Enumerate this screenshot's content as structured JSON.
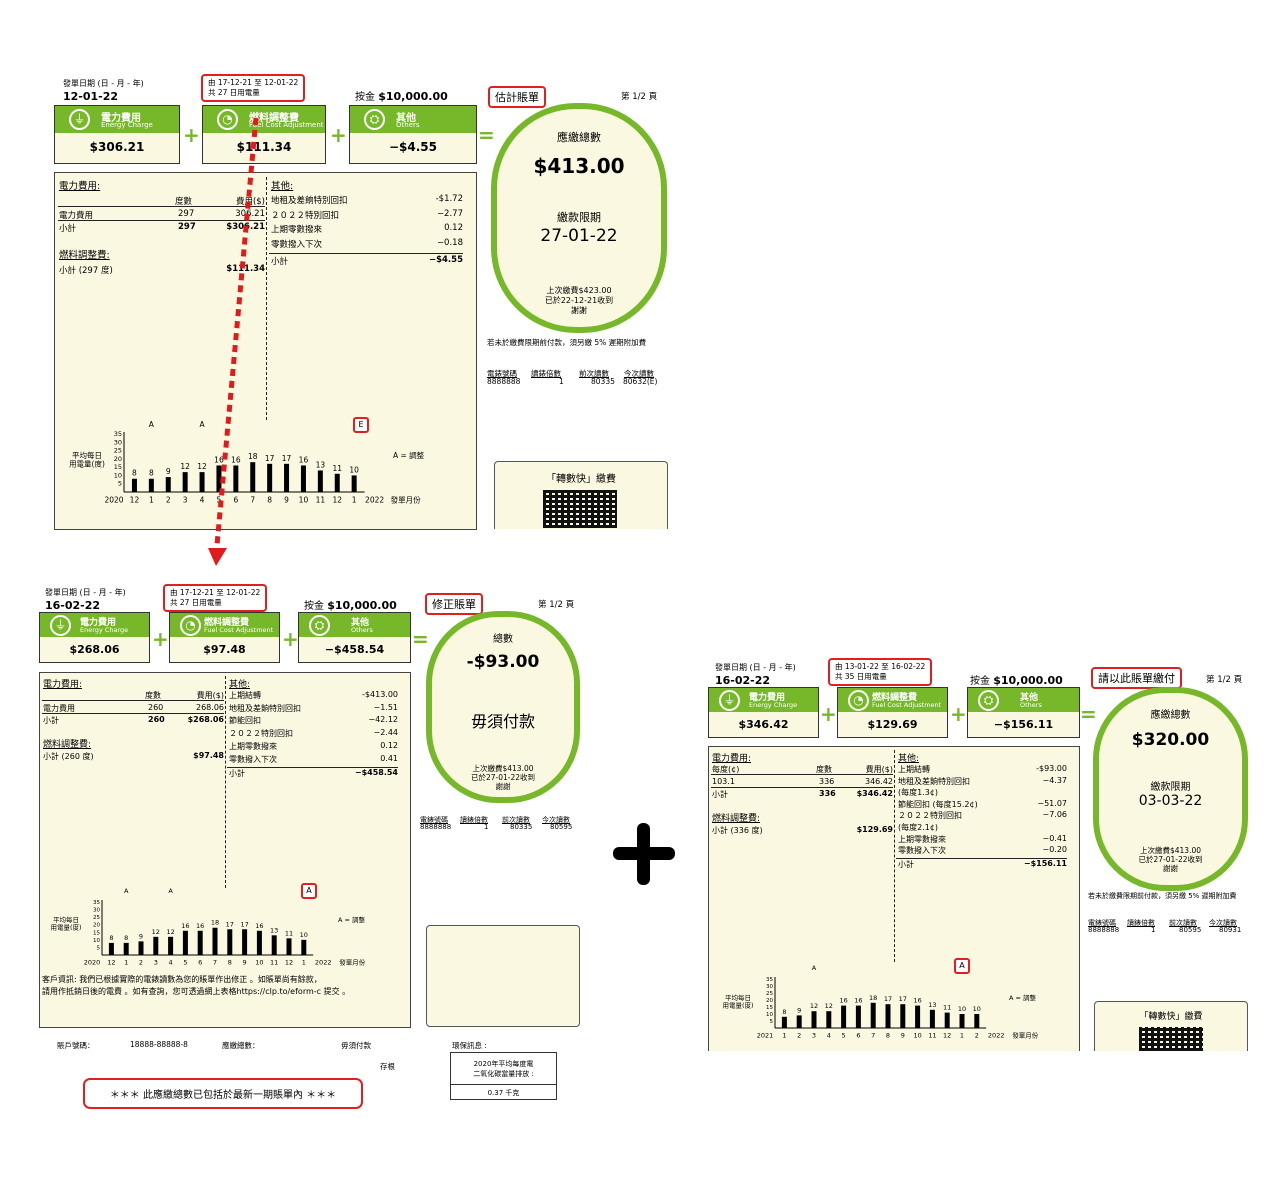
{
  "labels": {
    "issue_date_label": "發單日期 (日 - 月 - 年)",
    "deposit_prefix": "按金",
    "deposit": "$10,000.00",
    "page": "第 1/2 頁",
    "electricity_zh": "電力費用",
    "electricity_en": "Energy Charge",
    "fuel_zh": "燃料調整費",
    "fuel_en": "Fuel Cost Adjustment",
    "others_zh": "其他",
    "others_en": "Others",
    "elec_section": "電力費用:",
    "fuel_section": "燃料調整費:",
    "others_section": "其他:",
    "col_units": "度數",
    "col_fee": "費用($)",
    "subtotal": "小計",
    "chart_ylabel_1": "平均每日",
    "chart_ylabel_2": "用電量(度)",
    "chart_legend": "A = 調整",
    "chart_xlabel": "發單月份",
    "meter_headers": [
      "電錶號碼",
      "讀錶倍數",
      "前次讀數",
      "今次讀數"
    ],
    "late_note": "若未於繳費限期前付款，須另繳 5% 遲期附加費",
    "fps": "「轉數快」繳費",
    "due_label": "繳款限期",
    "thanks": "謝謝",
    "plus_sign": "+",
    "equals_sign": "=",
    "ico_plug": "⏚",
    "ico_gauge": "◔",
    "ico_other": "⛭"
  },
  "bill1": {
    "issue_date": "12-01-22",
    "period_line1": "由 17-12-21  至  12-01-22",
    "period_line2": "共 27  日用電量",
    "tag": "估計賬單",
    "electricity": "$306.21",
    "fuel": "$111.34",
    "others": "−$4.55",
    "elec_row": [
      "電力費用",
      "297",
      "306.21"
    ],
    "elec_sub": [
      "小計",
      "297",
      "$306.21"
    ],
    "fuel_sub": [
      "小計  (297 度)",
      "$111.34"
    ],
    "others_rows": [
      [
        "地租及差餉特別回扣",
        "-$1.72"
      ],
      [
        "２０２２特別回扣",
        "−2.77"
      ],
      [
        "上期零數撥來",
        "0.12"
      ],
      [
        "零數撥入下次",
        "−0.18"
      ]
    ],
    "others_sub": [
      "小計",
      "−$4.55"
    ],
    "oval_title": "應繳總數",
    "total": "$413.00",
    "due_date": "27-01-22",
    "last_paid_1": "上次繳費$423.00",
    "last_paid_2": "已於22-12-21收到",
    "meter_values": [
      "8888888",
      "1",
      "80335",
      "80632(E)"
    ],
    "e_mark": "E",
    "year_start": "2020",
    "year_end": "2022"
  },
  "bill2": {
    "issue_date": "16-02-22",
    "period_line1": "由 17-12-21  至  12-01-22",
    "period_line2": "共 27  日用電量",
    "tag": "修正賬單",
    "electricity": "$268.06",
    "fuel": "$97.48",
    "others": "−$458.54",
    "elec_row": [
      "電力費用",
      "260",
      "268.06"
    ],
    "elec_sub": [
      "小計",
      "260",
      "$268.06"
    ],
    "fuel_sub": [
      "小計  (260 度)",
      "$97.48"
    ],
    "others_rows": [
      [
        "上期結轉",
        "-$413.00"
      ],
      [
        "地租及差餉特別回扣",
        "−1.51"
      ],
      [
        "節能回扣",
        "−42.12"
      ],
      [
        "２０２２特別回扣",
        "−2.44"
      ],
      [
        "上期零數撥來",
        "0.12"
      ],
      [
        "零數撥入下次",
        "0.41"
      ]
    ],
    "others_sub": [
      "小計",
      "−$458.54"
    ],
    "oval_title": "總數",
    "total": "-$93.00",
    "no_payment": "毋須付款",
    "last_paid_1": "上次繳費$413.00",
    "last_paid_2": "已於27-01-22收到",
    "meter_values": [
      "8888888",
      "1",
      "80335",
      "80595"
    ],
    "a_mark": "A",
    "notice_1": "客戶資訊: 我們已根據實際的電錶讀數為您的賬單作出修正 。如賬單尚有餘款，",
    "notice_2": "請用作抵銷日後的電費 。如有查詢，您可透過網上表格https://clp.to/eform-c  提交 。",
    "foot_account_label": "賬戶號碼：",
    "foot_account": "18888-88888-8",
    "foot_amount_label": "應繳總數：",
    "foot_amount": "毋須付款",
    "foot_save": "存根",
    "env_title": "環保訊息 :",
    "env_1": "2020年平均每度電",
    "env_2": "二氧化碳當量排放 :",
    "env_3": "0.37 千克",
    "footer_note": "＊＊＊  此應繳總數已包括於最新一期賬單內  ＊＊＊",
    "year_start": "2020",
    "year_end": "2022"
  },
  "bill3": {
    "issue_date": "16-02-22",
    "period_line1": "由 13-01-22  至  16-02-22",
    "period_line2": "共 35  日用電量",
    "tag": "請以此賬單繳付",
    "electricity": "$346.42",
    "fuel": "$129.69",
    "others": "−$156.11",
    "col_rate": "每度(¢)",
    "elec_row": [
      "103.1",
      "336",
      "346.42"
    ],
    "elec_sub": [
      "小計",
      "336",
      "$346.42"
    ],
    "fuel_sub": [
      "小計  (336 度)",
      "$129.69"
    ],
    "others_rows": [
      [
        "上期結轉",
        "-$93.00"
      ],
      [
        "地租及差餉特別回扣",
        "−4.37"
      ],
      [
        "(每度1.3¢)",
        ""
      ],
      [
        "節能回扣  (每度15.2¢)",
        "−51.07"
      ],
      [
        "２０２２特別回扣",
        "−7.06"
      ],
      [
        "(每度2.1¢)",
        ""
      ],
      [
        "上期零數撥來",
        "−0.41"
      ],
      [
        "零數撥入下次",
        "−0.20"
      ]
    ],
    "others_sub": [
      "小計",
      "−$156.11"
    ],
    "oval_title": "應繳總數",
    "total": "$320.00",
    "due_date": "03-03-22",
    "last_paid_1": "上次繳費$413.00",
    "last_paid_2": "已於27-01-22收到",
    "meter_values": [
      "8888888",
      "1",
      "80595",
      "80931"
    ],
    "a_mark": "A",
    "year_start": "2021",
    "year_end": "2022"
  },
  "chart_data": [
    {
      "type": "bar",
      "categories": [
        "12",
        "1",
        "2",
        "3",
        "4",
        "5",
        "6",
        "7",
        "8",
        "9",
        "10",
        "11",
        "12",
        "1"
      ],
      "values": [
        8,
        8,
        9,
        12,
        12,
        16,
        16,
        18,
        17,
        17,
        16,
        13,
        11,
        10
      ],
      "annotations": [
        {
          "category_index": 1,
          "text": "A"
        },
        {
          "category_index": 4,
          "text": "A"
        }
      ],
      "ylabel": "平均每日用電量(度)",
      "xlabel": "發單月份",
      "ylim": [
        0,
        35
      ],
      "yticks": [
        5,
        10,
        15,
        20,
        25,
        30,
        35
      ]
    },
    {
      "type": "bar",
      "categories": [
        "12",
        "1",
        "2",
        "3",
        "4",
        "5",
        "6",
        "7",
        "8",
        "9",
        "10",
        "11",
        "12",
        "1"
      ],
      "values": [
        8,
        8,
        9,
        12,
        12,
        16,
        16,
        18,
        17,
        17,
        16,
        13,
        11,
        10
      ],
      "annotations": [
        {
          "category_index": 1,
          "text": "A"
        },
        {
          "category_index": 4,
          "text": "A"
        }
      ],
      "ylabel": "平均每日用電量(度)",
      "xlabel": "發單月份",
      "ylim": [
        0,
        35
      ],
      "yticks": [
        5,
        10,
        15,
        20,
        25,
        30,
        35
      ]
    },
    {
      "type": "bar",
      "categories": [
        "1",
        "2",
        "3",
        "4",
        "5",
        "6",
        "7",
        "8",
        "9",
        "10",
        "11",
        "12",
        "1",
        "2"
      ],
      "values": [
        8,
        9,
        12,
        12,
        16,
        16,
        18,
        17,
        17,
        16,
        13,
        11,
        10,
        10
      ],
      "annotations": [
        {
          "category_index": 2,
          "text": "A"
        }
      ],
      "ylabel": "平均每日用電量(度)",
      "xlabel": "發單月份",
      "ylim": [
        0,
        35
      ],
      "yticks": [
        5,
        10,
        15,
        20,
        25,
        30,
        35
      ]
    }
  ]
}
